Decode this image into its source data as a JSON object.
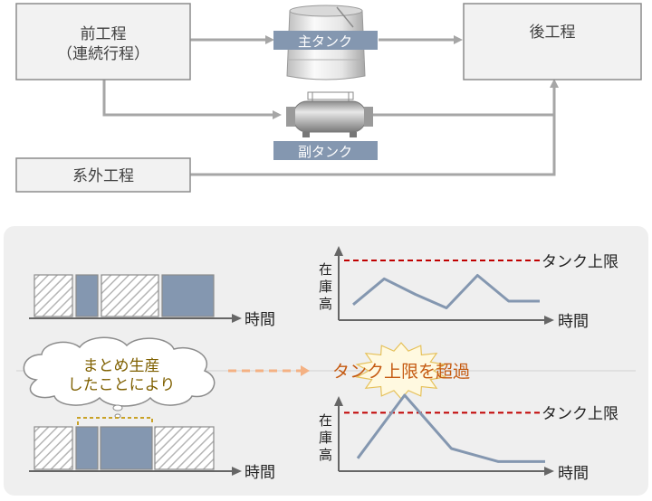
{
  "flow": {
    "pre_process": {
      "line1": "前工程",
      "line2": "（連続行程）"
    },
    "post_process": "後工程",
    "main_tank": "主タンク",
    "sub_tank": "副タンク",
    "external_process": "系外工程"
  },
  "lower_panel": {
    "time_label": "時間",
    "inventory_label": [
      "在",
      "庫",
      "高"
    ],
    "tank_limit": "タンク上限",
    "cause_bubble": {
      "line1": "まとめ生産",
      "line2": "したことにより"
    },
    "result": "タンク上限を超過"
  },
  "production_bars_top": [
    "hatched",
    "solid",
    "hatched",
    "solid"
  ],
  "production_bars_bottom": [
    "hatched",
    "solid",
    "solid",
    "hatched"
  ],
  "chart_data": [
    {
      "type": "line",
      "xlabel": "時間",
      "ylabel": "在庫高",
      "limit_label": "タンク上限",
      "limit": 0.8,
      "x": [
        0,
        1,
        2,
        3,
        4,
        5,
        6
      ],
      "series": [
        {
          "values": [
            0.15,
            0.53,
            0.3,
            0.1,
            0.58,
            0.2,
            0.2
          ]
        }
      ]
    },
    {
      "type": "line",
      "xlabel": "時間",
      "ylabel": "在庫高",
      "limit_label": "タンク上限",
      "limit": 0.8,
      "x": [
        0,
        1,
        2,
        3,
        4
      ],
      "series": [
        {
          "values": [
            0.1,
            1.07,
            0.25,
            0.05,
            0.05
          ]
        }
      ]
    }
  ],
  "colors": {
    "box_fill": "#f2f2f2",
    "box_stroke": "#8c8c8c",
    "arrow": "#a6a6a6",
    "tank_label_bg": "#8497b0",
    "solid_bar": "#8497b0",
    "panel_bg": "#efefef",
    "limit_line": "#c00000",
    "series": "#8497b0",
    "bubble_text": "#7f6000",
    "result_text": "#c55a11",
    "dashed_arrow": "#f4b183"
  }
}
